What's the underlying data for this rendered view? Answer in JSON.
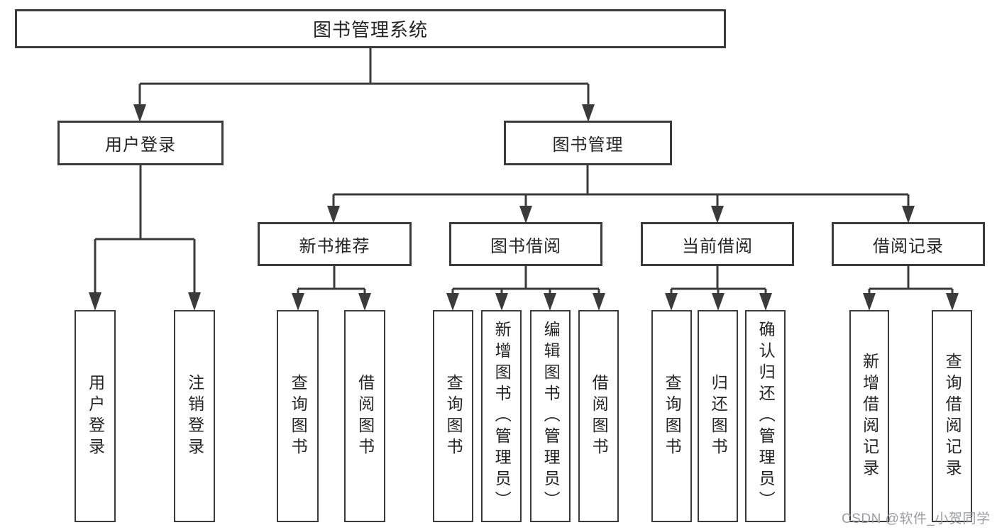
{
  "diagram": {
    "root": "图书管理系统",
    "level2": [
      "用户登录",
      "图书管理"
    ],
    "level3": [
      "新书推荐",
      "图书借阅",
      "当前借阅",
      "借阅记录"
    ],
    "leaves": [
      "用户登录",
      "注销登录",
      "查询图书",
      "借阅图书",
      "查询图书",
      "新增图书（管理员）",
      "编辑图书（管理员）",
      "借阅图书",
      "查询图书",
      "归还图书",
      "确认归还（管理员）",
      "新增借阅记录",
      "查询借阅记录"
    ]
  },
  "watermark": "CSDN @软件_小贺同学",
  "colors": {
    "line": "#3b3b3b",
    "box_border": "#3b3b3b",
    "text": "#242424",
    "watermark": "#9b9da1",
    "background": "#ffffff"
  }
}
